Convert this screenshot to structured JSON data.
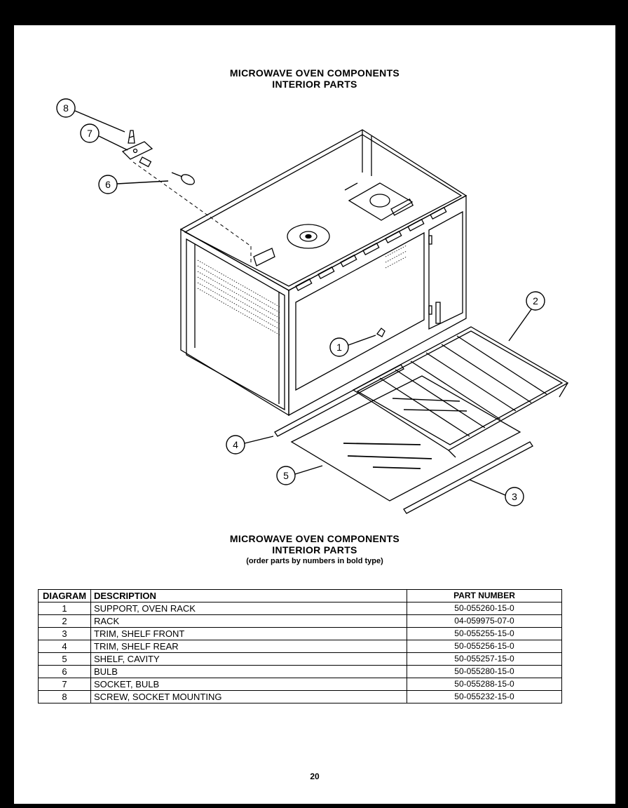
{
  "header": {
    "title_line1": "MICROWAVE OVEN COMPONENTS",
    "title_line2": "INTERIOR PARTS"
  },
  "diagram": {
    "callouts": [
      "8",
      "7",
      "6",
      "1",
      "2",
      "4",
      "5",
      "3"
    ]
  },
  "parts_section": {
    "title_line1": "MICROWAVE OVEN COMPONENTS",
    "title_line2": "INTERIOR PARTS",
    "note": "(order parts by numbers in bold type)"
  },
  "table": {
    "headers": {
      "diagram": "DIAGRAM",
      "description": "DESCRIPTION",
      "part_number": "PART NUMBER"
    },
    "rows": [
      {
        "diagram": "1",
        "description": "SUPPORT, OVEN RACK",
        "part_number": "50-055260-15-0"
      },
      {
        "diagram": "2",
        "description": "RACK",
        "part_number": "04-059975-07-0"
      },
      {
        "diagram": "3",
        "description": "TRIM, SHELF FRONT",
        "part_number": "50-055255-15-0"
      },
      {
        "diagram": "4",
        "description": "TRIM, SHELF REAR",
        "part_number": "50-055256-15-0"
      },
      {
        "diagram": "5",
        "description": "SHELF, CAVITY",
        "part_number": "50-055257-15-0"
      },
      {
        "diagram": "6",
        "description": "BULB",
        "part_number": "50-055280-15-0"
      },
      {
        "diagram": "7",
        "description": "SOCKET, BULB",
        "part_number": "50-055288-15-0"
      },
      {
        "diagram": "8",
        "description": "SCREW, SOCKET MOUNTING",
        "part_number": "50-055232-15-0"
      }
    ]
  },
  "footer": {
    "page_number": "20"
  }
}
